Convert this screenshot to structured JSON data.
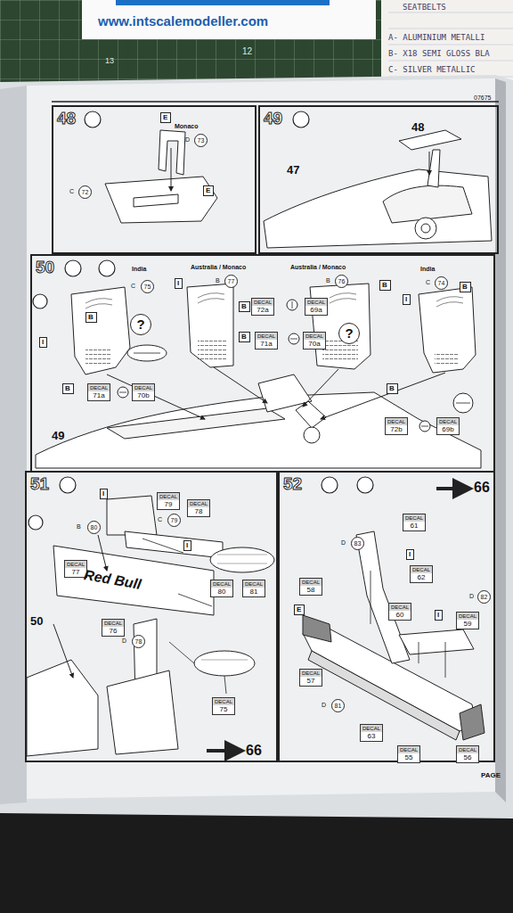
{
  "diagram": {
    "nodes": [
      {
        "text": [
          "48"
        ]
      },
      {
        "text": [
          "49"
        ]
      },
      {
        "text": [
          "50"
        ]
      },
      {
        "text": [
          "51"
        ]
      },
      {
        "text": [
          "52"
        ]
      },
      {
        "text": [
          "E"
        ],
        "in": 0
      },
      {
        "text": [
          "73"
        ],
        "in": 0
      },
      {
        "text": [
          "72"
        ],
        "in": 0
      },
      {
        "text": [
          "E"
        ],
        "in": 0
      },
      {
        "text": [
          "75"
        ],
        "in": 2
      },
      {
        "text": [
          "I"
        ],
        "in": 2
      },
      {
        "text": [
          "77"
        ],
        "in": 2
      },
      {
        "text": [
          "76"
        ],
        "in": 2
      },
      {
        "text": [
          "B"
        ],
        "in": 2
      },
      {
        "text": [
          "74"
        ],
        "in": 2
      },
      {
        "text": [
          "B"
        ],
        "in": 2
      },
      {
        "text": [
          "B"
        ],
        "in": 2
      },
      {
        "text": [
          "?"
        ],
        "in": 2
      },
      {
        "text": [
          "B"
        ],
        "in": 2
      },
      {
        "text": [
          "DECAL",
          "72a"
        ],
        "in": 2
      },
      {
        "text": [
          "DECAL",
          "69a"
        ],
        "in": 2
      },
      {
        "text": [
          "I"
        ],
        "in": 2
      },
      {
        "text": [
          "I"
        ],
        "in": 2
      },
      {
        "text": [
          "B"
        ],
        "in": 2
      },
      {
        "text": [
          "DECAL",
          "71a"
        ],
        "in": 2
      },
      {
        "text": [
          "DECAL",
          "70a"
        ],
        "in": 2
      },
      {
        "text": [
          "?"
        ],
        "in": 2
      },
      {
        "text": [
          "B"
        ],
        "in": 2
      },
      {
        "text": [
          "DECAL",
          "71a"
        ],
        "in": 2
      },
      {
        "text": [
          "DECAL",
          "70b"
        ],
        "in": 2
      },
      {
        "text": [
          "B"
        ],
        "in": 2
      },
      {
        "text": [
          "DECAL",
          "72b"
        ],
        "in": 2
      },
      {
        "text": [
          "DECAL",
          "69b"
        ],
        "in": 2
      },
      {
        "text": [
          "I"
        ],
        "in": 3
      },
      {
        "text": [
          "80"
        ],
        "in": 3
      },
      {
        "text": [
          "DECAL",
          "79"
        ],
        "in": 3
      },
      {
        "text": [
          "79"
        ],
        "in": 3
      },
      {
        "text": [
          "DECAL",
          "78"
        ],
        "in": 3
      },
      {
        "text": [
          "I"
        ],
        "in": 3
      },
      {
        "text": [
          "DECAL",
          "77"
        ],
        "in": 3
      },
      {
        "text": [
          "DECAL",
          "80"
        ],
        "in": 3
      },
      {
        "text": [
          "DECAL",
          "81"
        ],
        "in": 3
      },
      {
        "text": [
          "DECAL",
          "76"
        ],
        "in": 3
      },
      {
        "text": [
          "78"
        ],
        "in": 3
      },
      {
        "text": [
          "DECAL",
          "75"
        ],
        "in": 3
      },
      {
        "text": [
          "83"
        ],
        "in": 4
      },
      {
        "text": [
          "DECAL",
          "61"
        ],
        "in": 4
      },
      {
        "text": [
          "I"
        ],
        "in": 4
      },
      {
        "text": [
          "DECAL",
          "62"
        ],
        "in": 4
      },
      {
        "text": [
          "DECAL",
          "58"
        ],
        "in": 4
      },
      {
        "text": [
          "E"
        ],
        "in": 4
      },
      {
        "text": [
          "DECAL",
          "60"
        ],
        "in": 4
      },
      {
        "text": [
          "82"
        ],
        "in": 4
      },
      {
        "text": [
          "I"
        ],
        "in": 4
      },
      {
        "text": [
          "DECAL",
          "59"
        ],
        "in": 4
      },
      {
        "text": [
          "DECAL",
          "57"
        ],
        "in": 4
      },
      {
        "text": [
          "81"
        ],
        "in": 4
      },
      {
        "text": [
          "DECAL",
          "63"
        ],
        "in": 4
      },
      {
        "text": [
          "DECAL",
          "55"
        ],
        "in": 4
      },
      {
        "text": [
          "DECAL",
          "56"
        ],
        "in": 4
      }
    ],
    "labels": [
      "www.intscalemodeller.com",
      "13",
      "12",
      "SEATBELTS",
      "A- ALUMINIUM METALLI",
      "B- X18 SEMI GLOSS BLA",
      "C- SILVER METALLIC",
      "07675",
      "Monaco",
      "D",
      "C",
      "48",
      "47",
      "India",
      "C",
      "Australia / Monaco",
      "B",
      "Australia / Monaco",
      "B",
      "India",
      "C",
      "49",
      "B",
      "C",
      "Red Bull",
      "D",
      "50",
      "66",
      "66",
      "D",
      "D",
      "D",
      "PAGE"
    ]
  }
}
